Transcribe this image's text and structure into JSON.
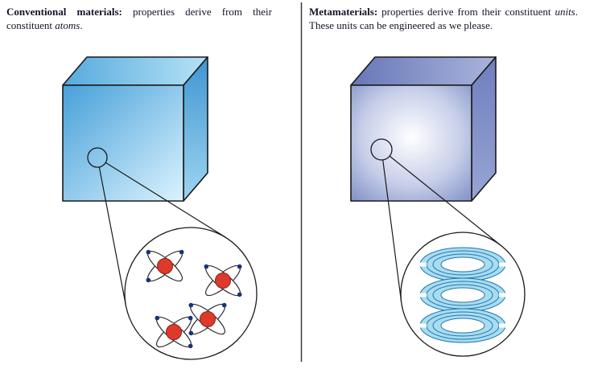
{
  "panels": {
    "left": {
      "title": "Conventional materials",
      "separator": ": ",
      "body_pre": "properties derive from their constituent ",
      "body_italic": "atoms",
      "body_post": "."
    },
    "right": {
      "title": "Metamaterials",
      "separator": ": ",
      "body_pre": "properties derive from their constituent ",
      "body_italic": "units",
      "body_post": ". These units can be engineered as we please."
    }
  },
  "icons": {
    "atom": "atom-icon",
    "split_ring": "split-ring-icon",
    "magnifier": "magnifier-cone"
  },
  "colors": {
    "text": "#141428",
    "outline": "#1a1a1a",
    "divider": "#3a3a3a",
    "cube-front-dark": "#47a0d9",
    "cube-front-light": "#dbf3fe",
    "cube-top-dark": "#57aadd",
    "cube-top-light": "#b5e2f7",
    "cube-side-dark": "#3f96d1",
    "cube-side-light": "#9ed5f1",
    "meta-center": "#ffffff",
    "meta-mid": "#c7cfe9",
    "meta-edge": "#7e8ec6",
    "meta-top-dark": "#6777b8",
    "meta-top-light": "#a9b4dc",
    "meta-side-dark": "#6f7fbe",
    "meta-side-light": "#97a4d4",
    "nucleus-red": "#dd3a2c",
    "nucleus-stroke": "#8c1f16",
    "electron-blue": "#16337a",
    "ring-fill": "#a8dcf0",
    "ring-stroke": "#2277b0"
  }
}
